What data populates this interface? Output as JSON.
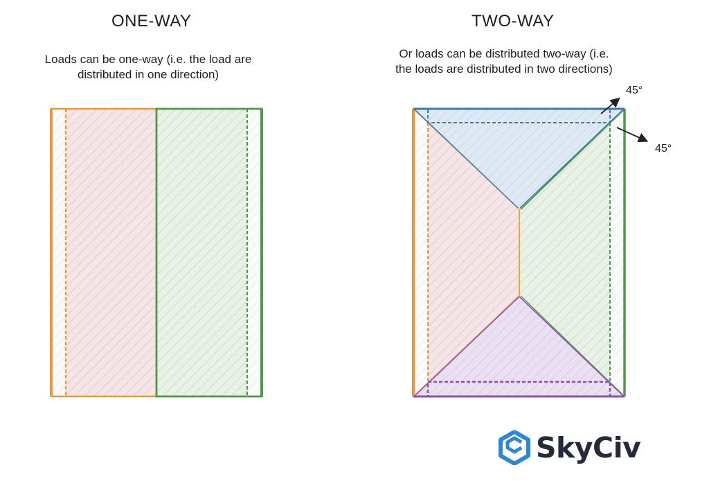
{
  "one_way": {
    "title": "ONE-WAY",
    "description_line1": "Loads can be one-way (i.e. the load are",
    "description_line2": "distributed in one direction)"
  },
  "two_way": {
    "title": "TWO-WAY",
    "description_line1": "Or loads can be distributed two-way (i.e.",
    "description_line2": "the loads are distributed in two directions)",
    "angle_top": "45°",
    "angle_side": "45°"
  },
  "logo": {
    "text": "SkyCiv"
  },
  "colors": {
    "orange": "#e8973a",
    "green": "#4f9a48",
    "blue": "#3f79ad",
    "purple": "#8c4fb0",
    "pink_fill": "#f2dcdf",
    "blue_fill": "#dde7f1",
    "green_fill": "#e4efe2",
    "purple_fill": "#e6dcef",
    "logo_blue": "#2f86d3",
    "logo_text": "#242a3a"
  }
}
